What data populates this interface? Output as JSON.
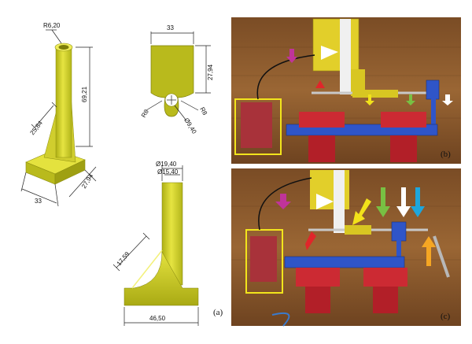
{
  "panels": {
    "a": {
      "label": "(a)",
      "iso_dims": {
        "top_radius": "R6,20",
        "height": "69,21",
        "gusset": "25,84",
        "depth": "27,94",
        "width": "33"
      },
      "top_view_dims": {
        "width": "33",
        "height": "27,94",
        "radius_left": "R8",
        "radius_right": "R8",
        "hole": "Ø9,40"
      },
      "side_view_dims": {
        "outer_dia": "Ø19,40",
        "inner_dia": "Ø15,40",
        "gusset": "17,59",
        "base_length": "46,50"
      }
    },
    "b": {
      "label": "(b)"
    },
    "c": {
      "label": "(c)"
    }
  },
  "colors": {
    "part_yellow": "#d8d62a",
    "wood": "#8a5a2c",
    "vise_red": "#cc2a33",
    "bar_blue": "#2f55c8",
    "box_yellow": "#f2e51c",
    "arrow_magenta": "#c0349a",
    "arrow_yellow": "#f2e21a",
    "arrow_green": "#78c043",
    "arrow_white": "#ffffff",
    "arrow_cyan": "#1ea6dc",
    "arrow_orange": "#f5a623",
    "arrow_red": "#e0262a"
  }
}
